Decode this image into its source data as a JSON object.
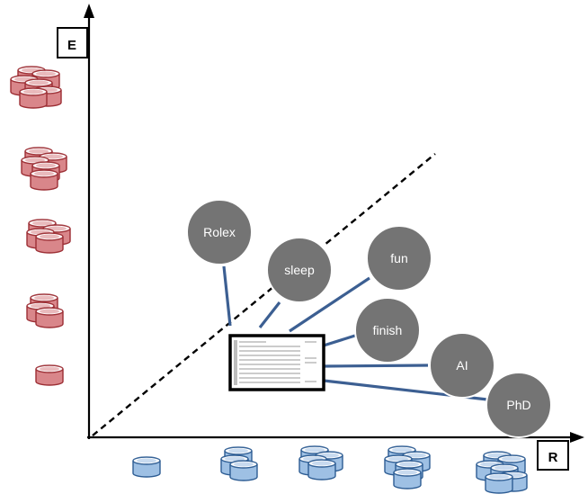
{
  "axes": {
    "y_label": "E",
    "x_label": "R"
  },
  "colors": {
    "node_fill": "#747474",
    "node_stroke": "#ffffff",
    "node_text": "#ffffff",
    "connector": "#3c5f92",
    "disk_red_fill": "#d9868a",
    "disk_red_stroke": "#9c2e34",
    "disk_blue_fill": "#9ec0e4",
    "disk_blue_stroke": "#2d5c93",
    "axis": "#000000",
    "diagonal": "#000000"
  },
  "nodes": [
    {
      "id": "rolex",
      "label": "Rolex"
    },
    {
      "id": "sleep",
      "label": "sleep"
    },
    {
      "id": "fun",
      "label": "fun"
    },
    {
      "id": "finish",
      "label": "finish"
    },
    {
      "id": "ai",
      "label": "AI"
    },
    {
      "id": "phd",
      "label": "PhD"
    }
  ],
  "y_axis_stacks": [
    {
      "level": 1,
      "disk_count": 1
    },
    {
      "level": 2,
      "disk_count": 3
    },
    {
      "level": 3,
      "disk_count": 4
    },
    {
      "level": 4,
      "disk_count": 5
    },
    {
      "level": 5,
      "disk_count": 6
    }
  ],
  "x_axis_stacks": [
    {
      "level": 1,
      "disk_count": 1
    },
    {
      "level": 2,
      "disk_count": 3
    },
    {
      "level": 3,
      "disk_count": 4
    },
    {
      "level": 4,
      "disk_count": 5
    },
    {
      "level": 5,
      "disk_count": 6
    }
  ]
}
